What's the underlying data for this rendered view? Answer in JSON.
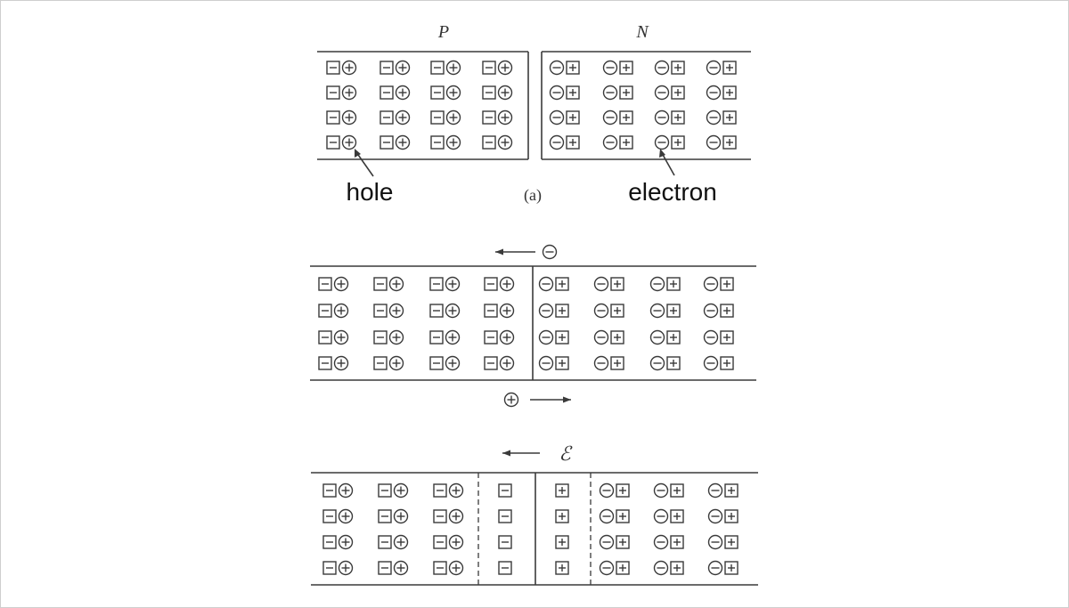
{
  "diagram": {
    "panel_a": {
      "p_label": "P",
      "n_label": "N",
      "hole_label": "hole",
      "caption": "(a)",
      "electron_label": "electron",
      "rows": 4,
      "pairs_per_side": 4
    },
    "panel_b": {
      "rows": 4,
      "pairs_per_side": 4,
      "electron_flow": "left",
      "hole_flow": "right"
    },
    "panel_c": {
      "field_label": "ℰ",
      "field_direction": "left",
      "rows": 4,
      "neutral_pairs_per_side": 3,
      "depletion_ions_per_side": 1
    },
    "colors": {
      "ink": "#3a3a3a",
      "frame": "#cfcfcf"
    }
  }
}
